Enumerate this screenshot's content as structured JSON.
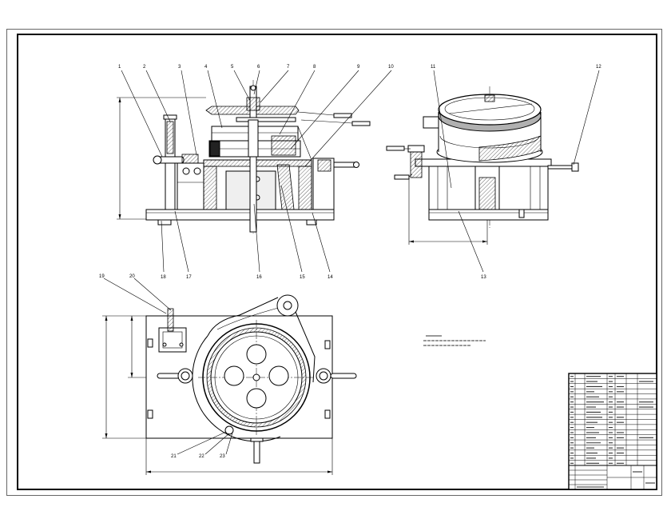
{
  "balloons": {
    "front_top": [
      "1",
      "2",
      "3",
      "4",
      "5",
      "6",
      "7",
      "8",
      "9",
      "10"
    ],
    "side": [
      "11",
      "12",
      "13"
    ],
    "front_bottom": [
      "18",
      "17",
      "16",
      "15",
      "14"
    ],
    "top_view": [
      "19",
      "20",
      "21",
      "22",
      "23"
    ]
  },
  "colors": {
    "line": "#000000",
    "paper": "#ffffff",
    "shade": "#b0b0b0"
  }
}
